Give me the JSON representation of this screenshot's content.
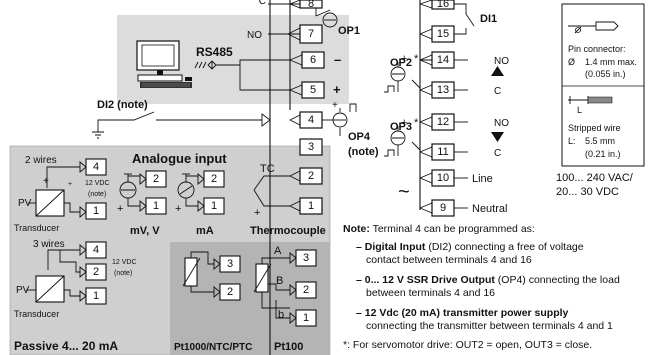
{
  "relay_block": {
    "c_top": "C",
    "no_top": "NO",
    "op1": "OP1",
    "t8": "8",
    "t7": "7"
  },
  "rs485": {
    "label": "RS485",
    "t6": "6",
    "t5": "5",
    "minus": "–",
    "plus": "+"
  },
  "di2": {
    "label": "DI2 (note)",
    "t4": "4"
  },
  "op4": {
    "label": "OP4",
    "note": "(note)",
    "t3": "3",
    "t2": "2",
    "t1": "1"
  },
  "thermocouple": {
    "label": "Thermocouple",
    "tc": "TC",
    "plus": "+"
  },
  "right_terminals": {
    "t16": "16",
    "t15": "15",
    "t14": "14",
    "t13": "13",
    "t12": "12",
    "t11": "11",
    "t10": "10",
    "t9": "9",
    "di1": "DI1",
    "op2": "OP2",
    "op3": "OP3",
    "star": "*",
    "no": "NO",
    "c": "C",
    "line": "Line",
    "neutral": "Neutral",
    "supply": "100... 240 VAC/",
    "supply2": "20... 30 VDC",
    "tilde": "~"
  },
  "connector_info": {
    "pin_title": "Pin connector:",
    "pin_dim": "1.4 mm max.",
    "pin_in": "(0.055 in.)",
    "dia": "Ø",
    "stripped_title": "Stripped wire",
    "len_label": "L:",
    "len_dim": "5.5 mm",
    "len_in": "(0.21 in.)",
    "l": "L"
  },
  "analogue": {
    "title": "Analogue input",
    "two_wires": "2 wires",
    "three_wires": "3 wires",
    "pv": "PV",
    "transducer": "Transducer",
    "vdc": "12 VDC",
    "note": "(note)",
    "mv_v": "mV, V",
    "ma": "mA",
    "passive": "Passive 4... 20 mA",
    "pt1000": "Pt1000/NTC/PTC",
    "pt100": "Pt100",
    "a": "A",
    "b_up": "B",
    "b_low": "b",
    "n4": "4",
    "n2": "2",
    "n1": "1",
    "n3": "3",
    "plus": "+",
    "minus": "–"
  },
  "notes": {
    "intro_bold": "Note:",
    "intro_rest": "Terminal 4 can be programmed as:",
    "b1_bold": "– Digital Input",
    "b1_rest": "(DI2) connecting a free of voltage",
    "b1_line2": "contact between terminals 4 and 16",
    "b2_bold": "– 0... 12 V SSR Drive Output",
    "b2_rest": "(OP4) connecting the load",
    "b2_line2": "between terminals 4 and 16",
    "b3_bold": "– 12 Vdc (20 mA) transmitter power supply",
    "b3_line2": "connecting the transmitter between terminals 4 and 1",
    "servo": "*: For servomotor drive: OUT2 = open, OUT3 = close."
  }
}
